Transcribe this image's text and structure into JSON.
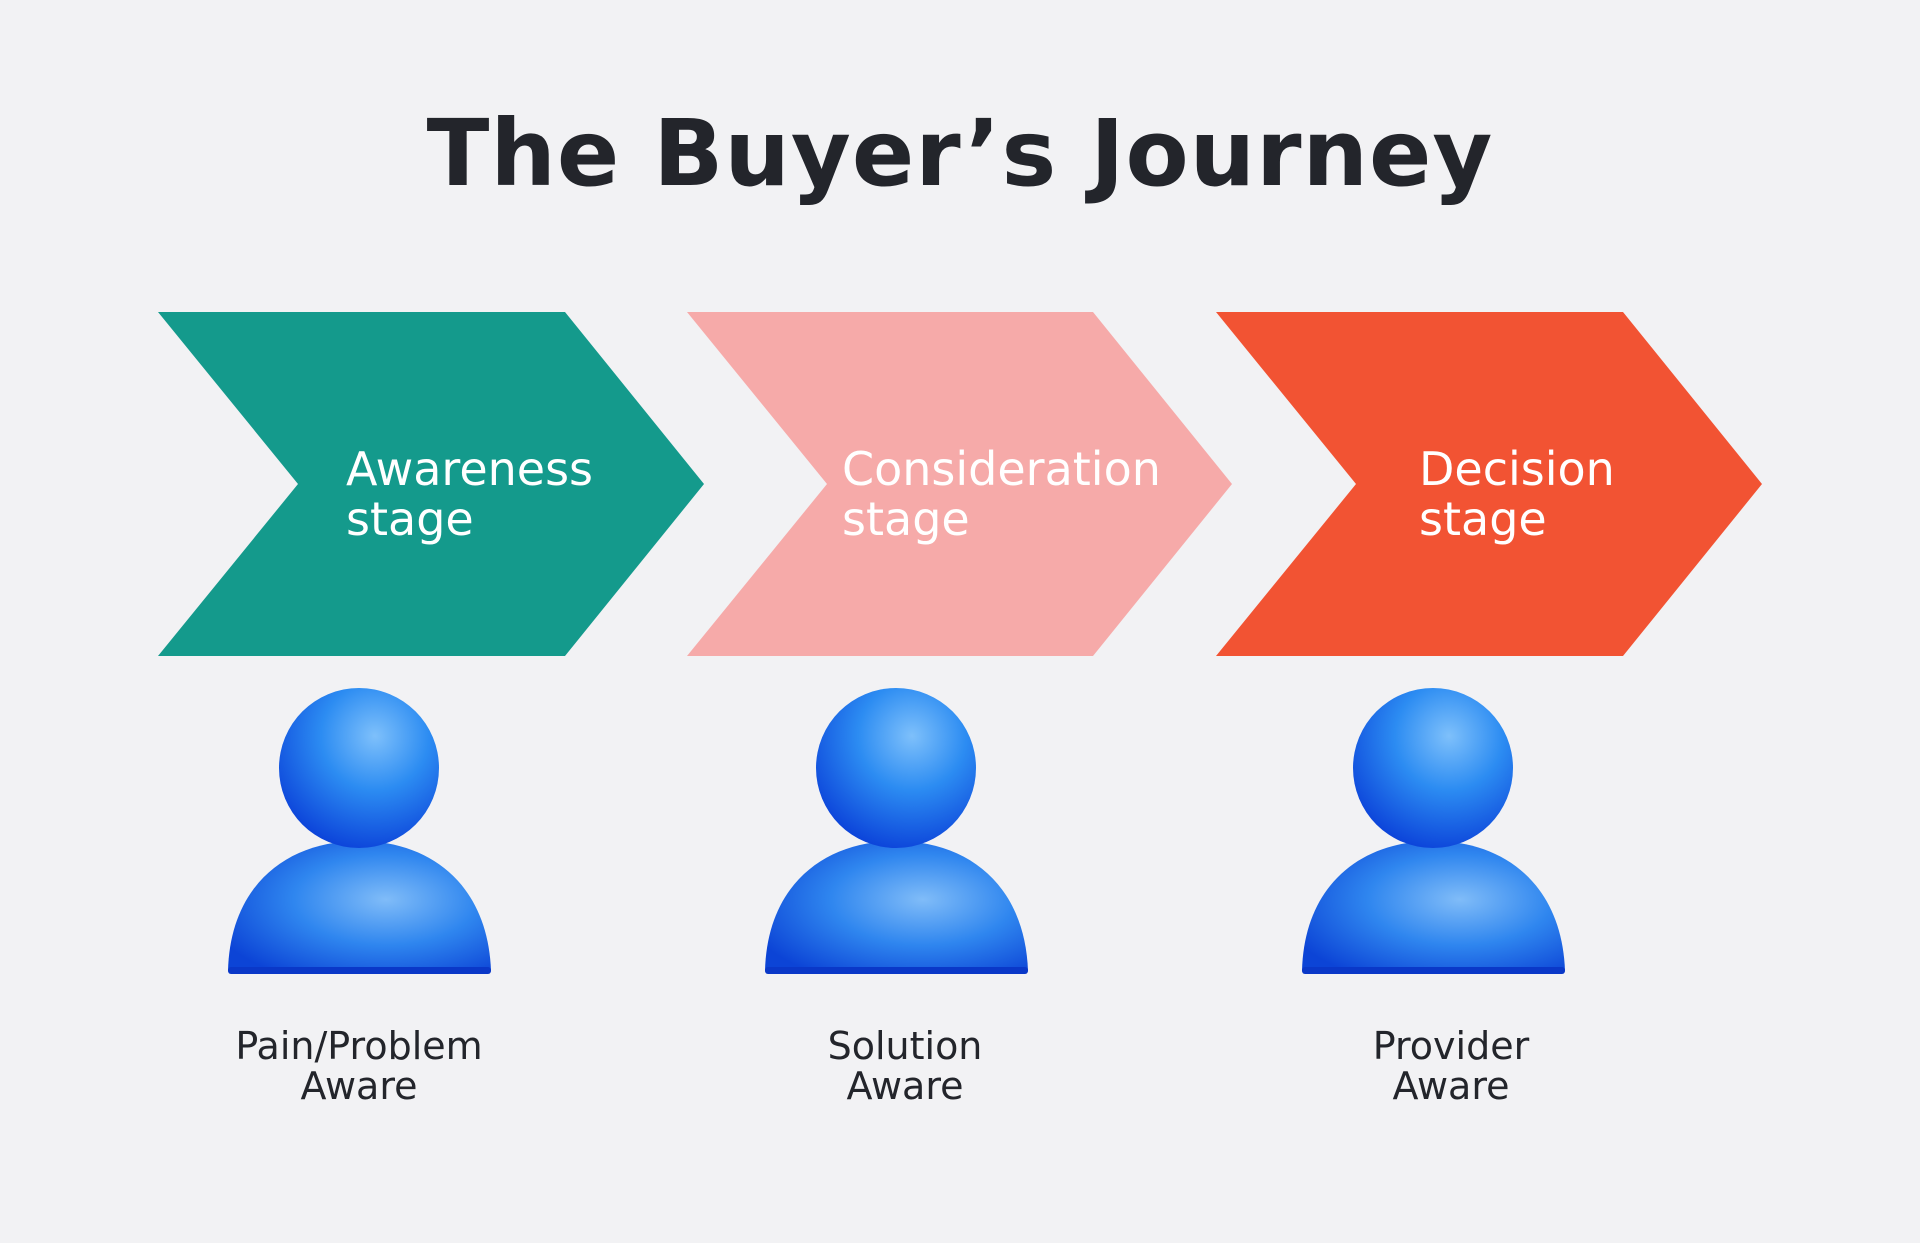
{
  "title": "The Buyer’s Journey",
  "stages": [
    {
      "line1": "Awareness",
      "line2": "stage",
      "color": "#149a8c",
      "persona_line1": "Pain/Problem",
      "persona_line2": "Aware"
    },
    {
      "line1": "Consideration",
      "line2": "stage",
      "color": "#f6aaa9",
      "persona_line1": "Solution",
      "persona_line2": "Aware"
    },
    {
      "line1": "Decision",
      "line2": "stage",
      "color": "#f25333",
      "persona_line1": "Provider",
      "persona_line2": "Aware"
    }
  ],
  "icons": {
    "person": "person-icon"
  }
}
